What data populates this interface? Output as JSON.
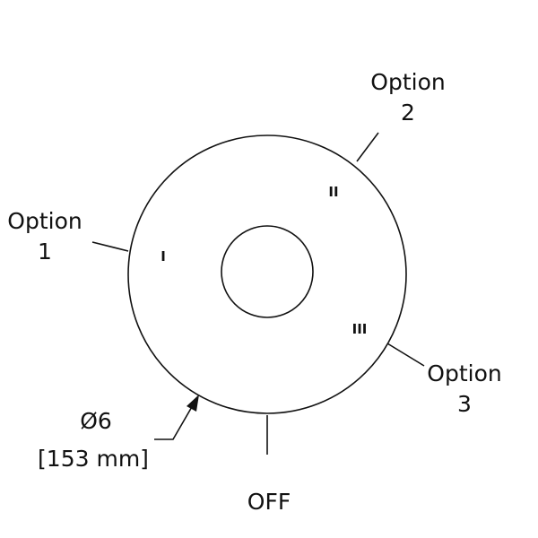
{
  "diagram": {
    "labels": {
      "option1_line1": "Option",
      "option1_line2": "1",
      "option2_line1": "Option",
      "option2_line2": "2",
      "option3_line1": "Option",
      "option3_line2": "3",
      "off": "OFF"
    },
    "position_marks": {
      "pos1": "I",
      "pos2": "II",
      "pos3": "III"
    },
    "dimension": {
      "diameter": "Ø6",
      "metric": "[153 mm]"
    }
  }
}
